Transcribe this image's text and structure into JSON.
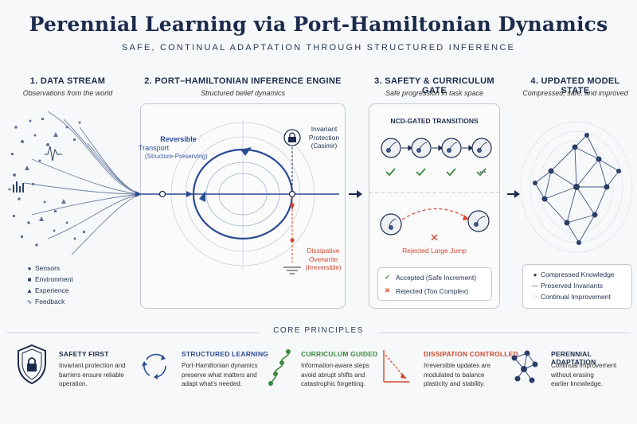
{
  "header": {
    "title": "Perennial Learning via Port-Hamiltonian Dynamics",
    "subtitle": "SAFE, CONTINUAL ADAPTATION THROUGH STRUCTURED INFERENCE"
  },
  "columns": [
    {
      "heading": "1.  DATA STREAM",
      "caption": "Observations from the world"
    },
    {
      "heading": "2.  PORT–HAMILTONIAN INFERENCE ENGINE",
      "caption": "Structured belief dynamics"
    },
    {
      "heading": "3.  SAFETY & CURRICULUM GATE",
      "caption": "Safe progression in task space"
    },
    {
      "heading": "4.  UPDATED MODEL STATE",
      "caption": "Compressed, safe, and improved"
    }
  ],
  "data_stream_legend": [
    {
      "icon": "circle",
      "label": "Sensors"
    },
    {
      "icon": "square",
      "label": "Environment"
    },
    {
      "icon": "triangle",
      "label": "Experience"
    },
    {
      "icon": "wave",
      "label": "Feedback"
    }
  ],
  "engine": {
    "reversible_title": "Reversible",
    "reversible_sub": "Transport",
    "reversible_paren": "(Structure-Preserving)",
    "invariant_l1": "Invariant",
    "invariant_l2": "Protection",
    "invariant_paren": "(Casimir)",
    "dissipative_l1": "Dissipative",
    "dissipative_l2": "Overwrite",
    "dissipative_paren": "(Irreversible)"
  },
  "gate": {
    "title": "NCD-GATED TRANSITIONS",
    "ellipsis": "...",
    "rejected_label": "Rejected Large Jump",
    "accepted_legend": "Accepted (Safe Increment)",
    "rejected_legend": "Rejected (Too Complex)"
  },
  "model_legend": [
    {
      "icon": "dot",
      "label": "Compressed Knowledge"
    },
    {
      "icon": "line",
      "label": "Preserved Invariants"
    },
    {
      "icon": "dashed-circle",
      "label": "Continual Improvement"
    }
  ],
  "core": {
    "title": "CORE PRINCIPLES",
    "principles": [
      {
        "title": "SAFETY FIRST",
        "body": [
          "Invariant protection and",
          "barriers ensure reliable",
          "operation."
        ],
        "color": "#1c2b4d"
      },
      {
        "title": "STRUCTURED LEARNING",
        "body": [
          "Port-Hamiltonian dynamics",
          "preserve what matters and",
          "adapt what’s needed."
        ],
        "color": "#2b4b94"
      },
      {
        "title": "CURRICULUM GUIDED",
        "body": [
          "Information-aware steps",
          "avoid abrupt shifts and",
          "catastrophic forgetting."
        ],
        "color": "#3c8a3f"
      },
      {
        "title": "DISSIPATION CONTROLLED",
        "body": [
          "Irreversible updates are",
          "modulated to balance",
          "plasticity and stability."
        ],
        "color": "#d4462d"
      },
      {
        "title": "PERENNIAL ADAPTATION",
        "body": [
          "Continual improvement",
          "without erasing",
          "earlier knowledge."
        ],
        "color": "#1c2b4d"
      }
    ]
  },
  "colors": {
    "navy": "#1c2b4d",
    "blue": "#2b4b94",
    "green": "#3c8a3f",
    "red": "#d4462d"
  }
}
